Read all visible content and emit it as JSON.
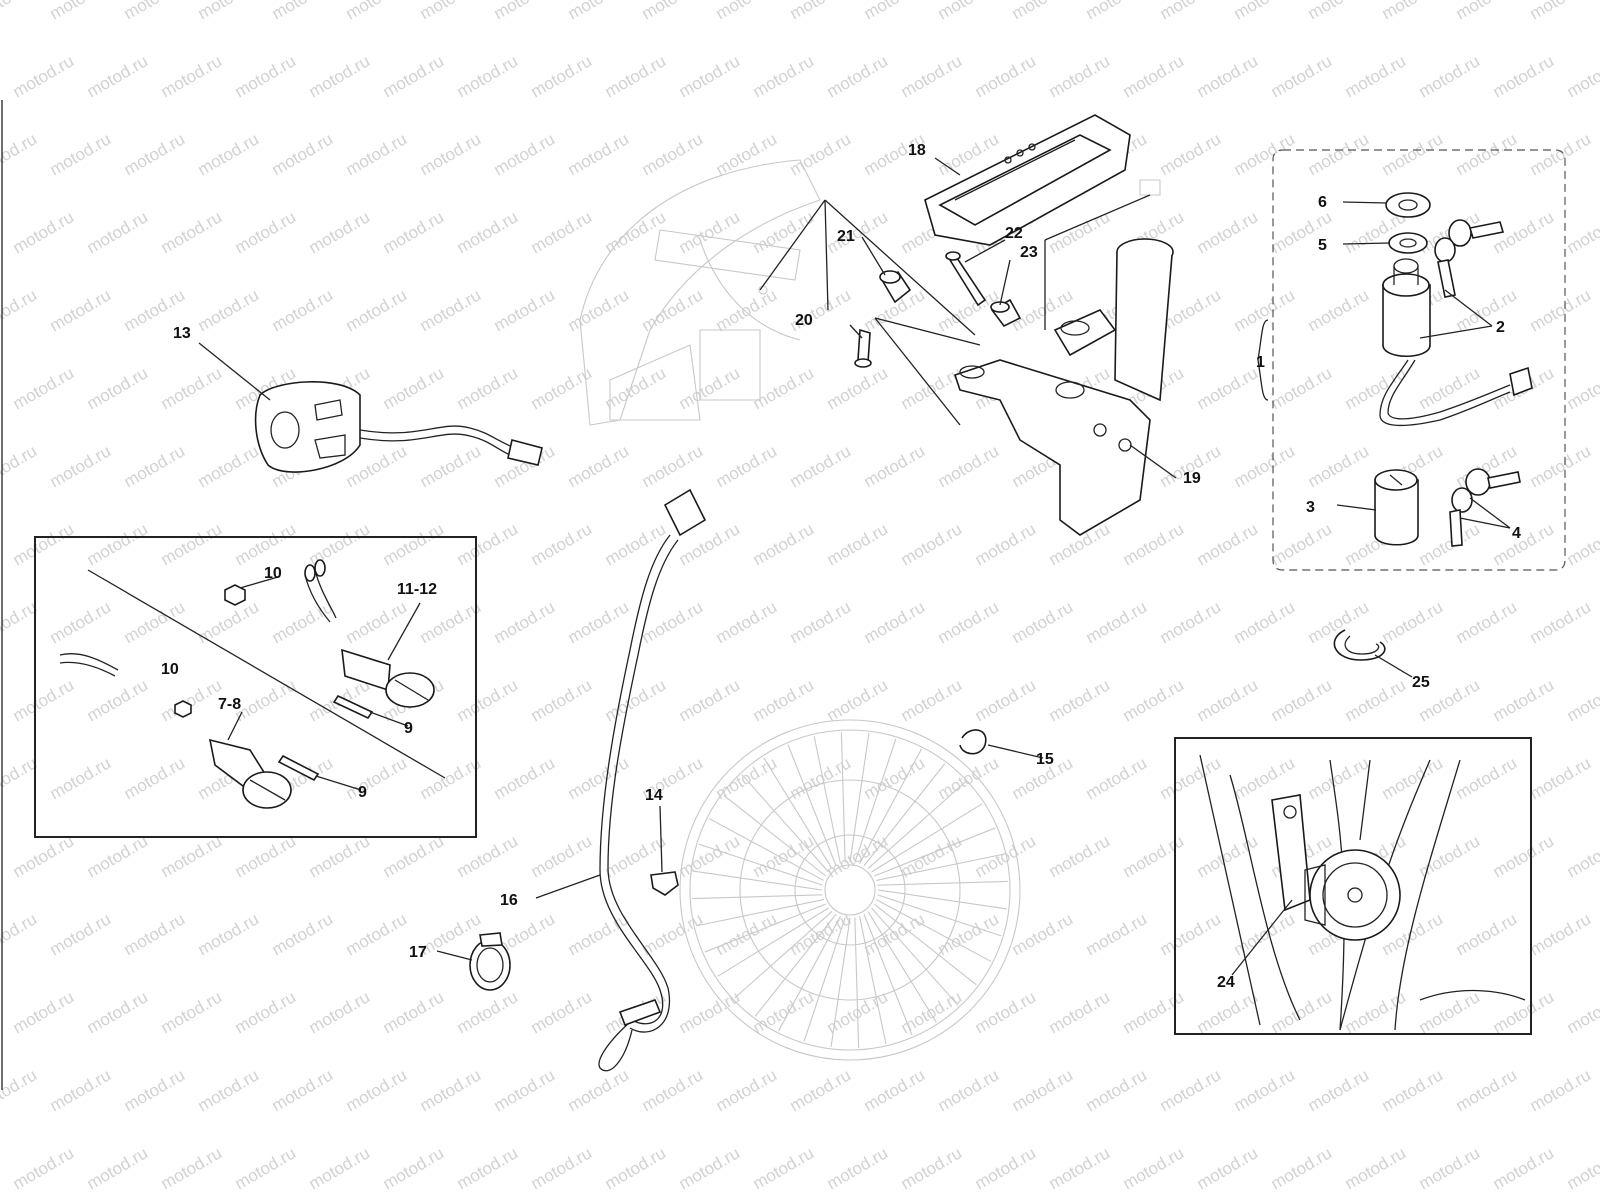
{
  "watermark": {
    "text": "motod.ru"
  },
  "callouts": {
    "c1": "1",
    "c2": "2",
    "c3": "3",
    "c4": "4",
    "c5": "5",
    "c6": "6",
    "c7_8": "7-8",
    "c9a": "9",
    "c9b": "9",
    "c10a": "10",
    "c10b": "10",
    "c11_12": "11-12",
    "c13": "13",
    "c14": "14",
    "c15": "15",
    "c16": "16",
    "c17": "17",
    "c18": "18",
    "c19": "19",
    "c20": "20",
    "c21": "21",
    "c22": "22",
    "c23": "23",
    "c24": "24",
    "c25": "25"
  },
  "colors": {
    "ink": "#111111",
    "watermark": "#d2d2d2",
    "ghost": "#c8c8c8",
    "background": "#ffffff"
  }
}
